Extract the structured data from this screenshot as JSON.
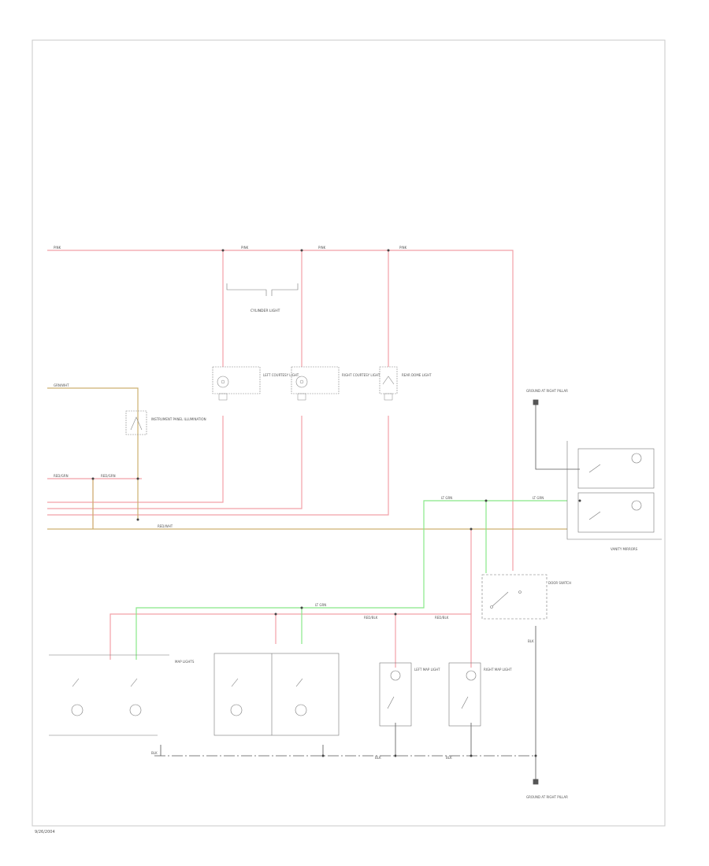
{
  "diagram": {
    "wire_colors": {
      "pink": "#f2a0a8",
      "tan": "#cdb070",
      "green": "#88e888",
      "gray": "#555555"
    },
    "wires": {
      "w_top_1": "PINK",
      "w_top_2": "PINK",
      "w_top_3": "PINK",
      "w_top_4": "PINK",
      "w_tan_top": "GRN/WHT",
      "w_mid_a": "RED/GRN",
      "w_mid_b": "RED/GRN",
      "w_tan_bottom": "RED/WHT",
      "w_green_1": "LT GRN",
      "w_green_2": "LT GRN",
      "w_green_3": "LT GRN",
      "w_pink_low_1": "RED/BLK",
      "w_pink_low_2": "RED/BLK",
      "w_blk_1": "BLK",
      "w_blk_2": "BLK",
      "w_blk_3": "BLK",
      "w_blk_4": "BLK"
    },
    "labels": {
      "cyl_light": "CYLINDER LIGHT",
      "left_courtesy": "LEFT COURTESY LIGHT",
      "right_courtesy": "RIGHT COURTESY LIGHT",
      "rear_light": "REAR DOME LIGHT",
      "dimmer": "INSTRUMENT PANEL ILLUMINATION",
      "vanity_mirrors": "VANITY MIRRORS",
      "map_lights": "MAP LIGHTS",
      "left_map": "LEFT MAP LIGHT",
      "right_map": "RIGHT MAP LIGHT",
      "door_switch": "DOOR SWITCH",
      "ground_top": "GROUND AT RIGHT PILLAR",
      "ground_bottom": "GROUND AT RIGHT PILLAR",
      "footer": "9/26/2004"
    }
  }
}
